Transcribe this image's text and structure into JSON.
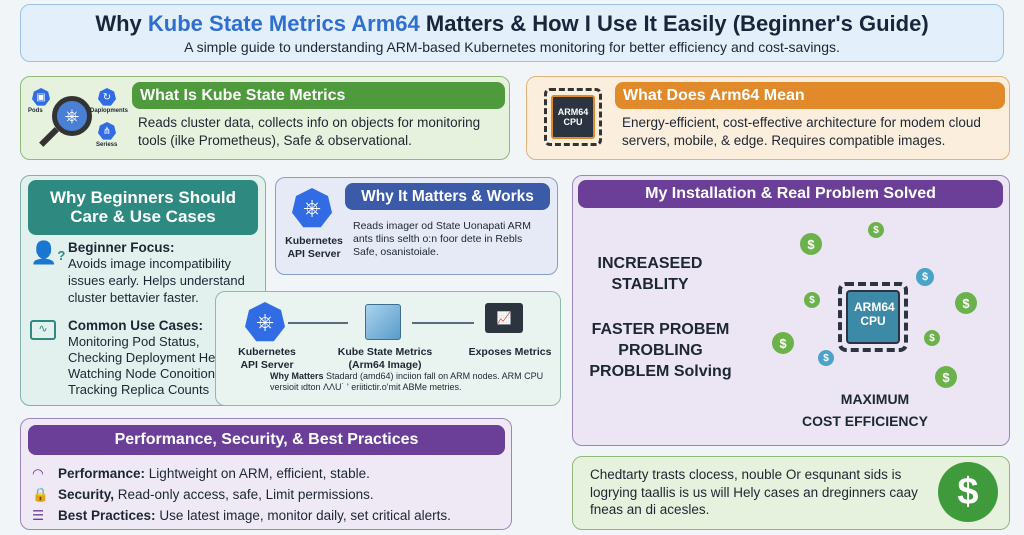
{
  "header": {
    "title_pre": "Why ",
    "title_accent": "Kube State Metrics Arm64",
    "title_post": " Matters & How I Use It Easily (Beginner's Guide)",
    "subtitle": "A simple guide to understanding ARM-based Kubernetes monitoring for better efficiency and cost-savings."
  },
  "what_is": {
    "title": "What Is Kube State Metrics",
    "body": "Reads cluster data, collects info on objects for monitoring tools (ilke Prometheus), Safe & observational.",
    "icons": [
      "Pods",
      "Daplopments",
      "Seriess"
    ]
  },
  "arm64": {
    "title": "What Does Arm64 Mean",
    "body": "Energy-efficient, cost-effective architecture for modem cloud servers, mobile, & edge. Requires compatible images.",
    "chip": "ARM64 CPU"
  },
  "beginners": {
    "title": "Why Beginners Should Care & Use Cases",
    "focus_title": "Beginner Focus:",
    "focus_body": "Avoids image incompatibility issues early. Helps understand cluster bettavier faster.",
    "uses_title": "Common Use Cases:",
    "uses": [
      "Monitoring Pod Status,",
      "Checking Deployment He",
      "Watching Node Conoition",
      "Tracking Replica Counts"
    ]
  },
  "why_matters": {
    "title": "Why It Matters & Works",
    "icon_label": "Kubernetes API Server",
    "body": "Reads imager od State Uonapati ARM ants tlins selth o:n foor dete in Rebls Safe, osanistoiale."
  },
  "flow": {
    "nodes": [
      "Kubernetes API Server",
      "Kube State Metrics (Arm64 Image)",
      "Exposes Metrics"
    ],
    "note_bold": "Why Matters",
    "note": " Stadard (amd64) inciion fall on ARM nodes. ARM CPU versioit ιdton ΛΛU˙ ' eriitictir.o'mit ABMe metries."
  },
  "installation": {
    "title": "My Installation & Real Problem Solved",
    "points": [
      "INCREASEED STABLITY",
      "FASTER PROBEM PROBLING PROBLEM Solving"
    ],
    "chip": "ARM64 CPU",
    "max": "MAXIMUM",
    "cost": "COST EFFICIENCY"
  },
  "practices": {
    "title": "Performance, Security, & Best Practices",
    "items": [
      {
        "label": "Performance:",
        "text": " Lightweight on ARM, efficient, stable."
      },
      {
        "label": "Security,",
        "text": " Read-only access, safe, Limit permissions."
      },
      {
        "label": "Best Practices:",
        "text": " Use latest image, monitor daily, set critical alerts."
      }
    ]
  },
  "savings": {
    "body": "Chedtarty trasts clocess, nouble Or esqunant sids is logrying taallis is us will Hely cases an dreginners caay fneas an di acesles."
  },
  "colors": {
    "green": "#4e9a3c",
    "orange": "#e08a2c",
    "teal": "#2e8a80",
    "blue": "#3b5ba8",
    "purple": "#6b3f98",
    "accent": "#2f6fd0"
  }
}
